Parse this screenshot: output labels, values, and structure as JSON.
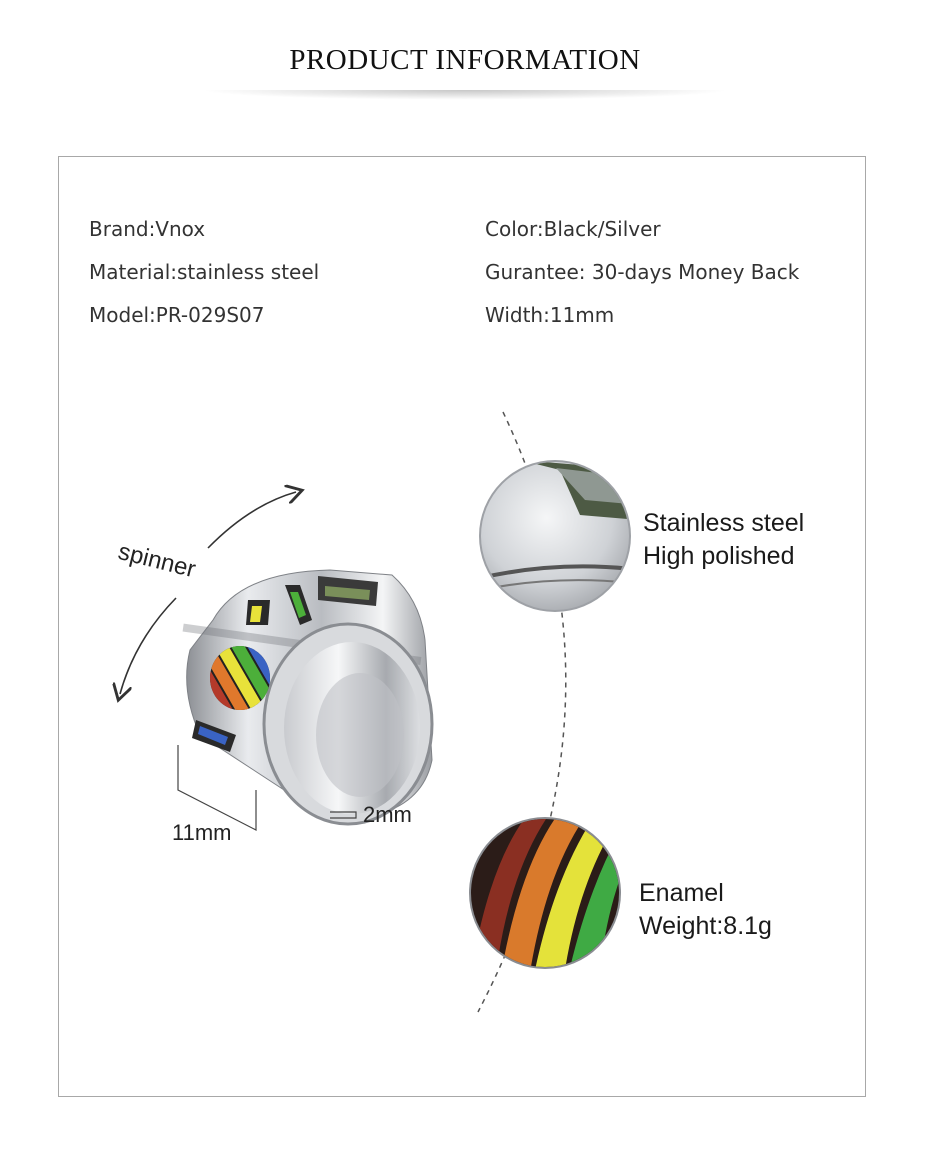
{
  "header": {
    "title": "PRODUCT INFORMATION"
  },
  "specs": {
    "brand": "Brand:Vnox",
    "material": "Material:stainless steel",
    "model": "Model:PR-029S07",
    "color": "Color:Black/Silver",
    "guarantee": "Gurantee: 30-days Money Back",
    "width": "Width:11mm"
  },
  "diagram": {
    "spin_label": "spinner",
    "width_label": "11mm",
    "edge_label": "2mm"
  },
  "callouts": {
    "steel_line1": "Stainless steel",
    "steel_line2": "High polished",
    "enamel_line1": "Enamel",
    "enamel_line2": "Weight:8.1g"
  }
}
